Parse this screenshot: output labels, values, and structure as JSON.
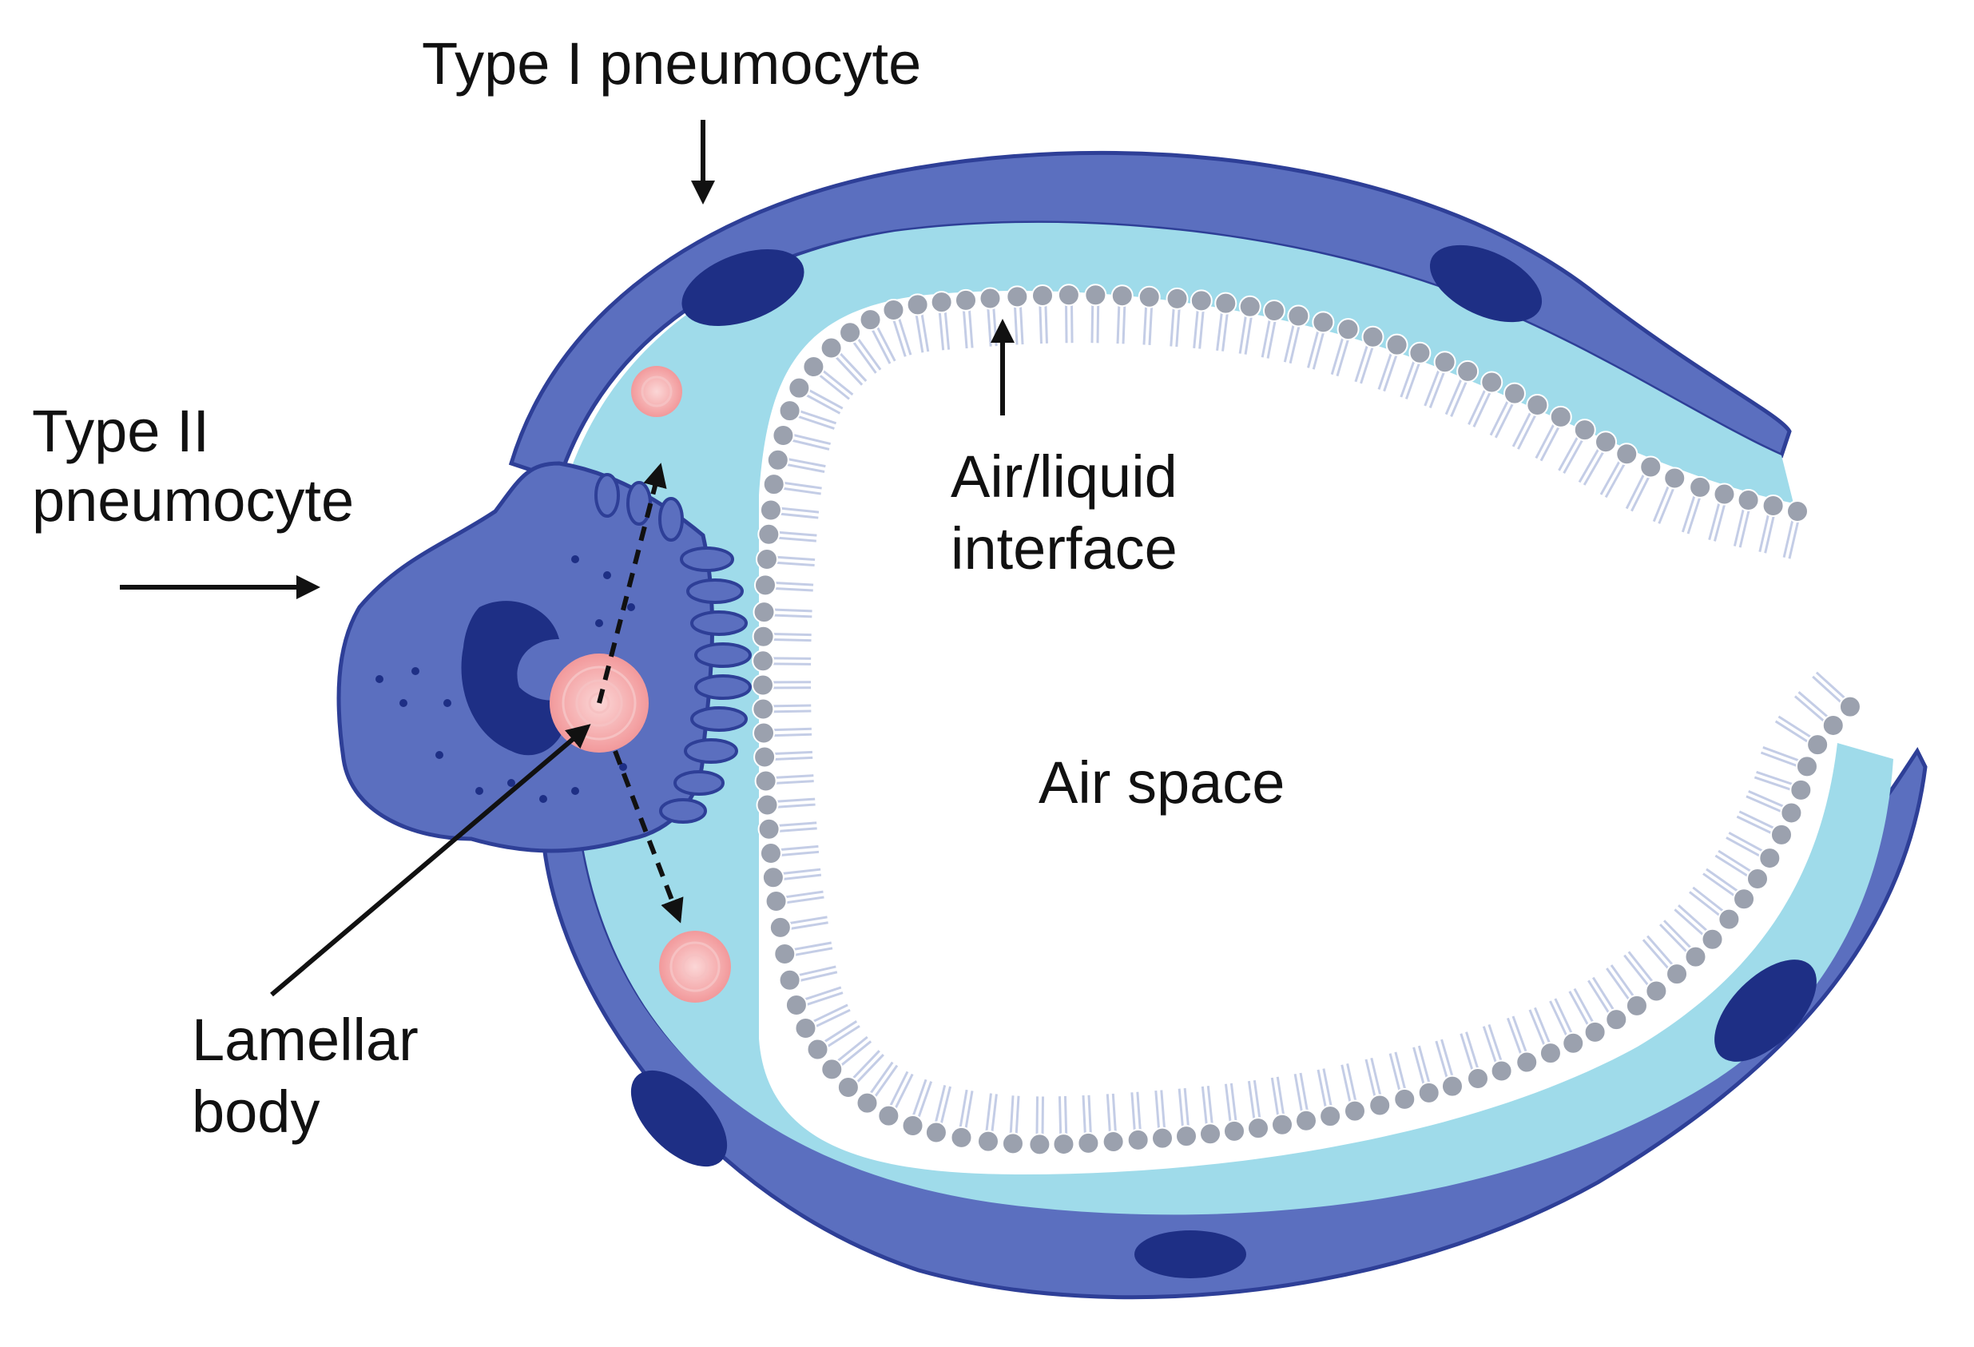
{
  "labels": {
    "type1": "Type I pneumocyte",
    "type2_line1": "Type II",
    "type2_line2": "pneumocyte",
    "interface_line1": "Air/liquid",
    "interface_line2": "interface",
    "airspace": "Air space",
    "lamellar_line1": "Lamellar",
    "lamellar_line2": "body"
  },
  "colors": {
    "cell_wall": "#5b6fbf",
    "cell_outline": "#2e3f97",
    "nucleus": "#1e2f85",
    "lining_fluid": "#9fdbea",
    "lamellar_body": "#f4a7a8",
    "surfactant_head": "#9ba1ae",
    "surfactant_tail": "#c4cde6",
    "arrow": "#111111"
  }
}
